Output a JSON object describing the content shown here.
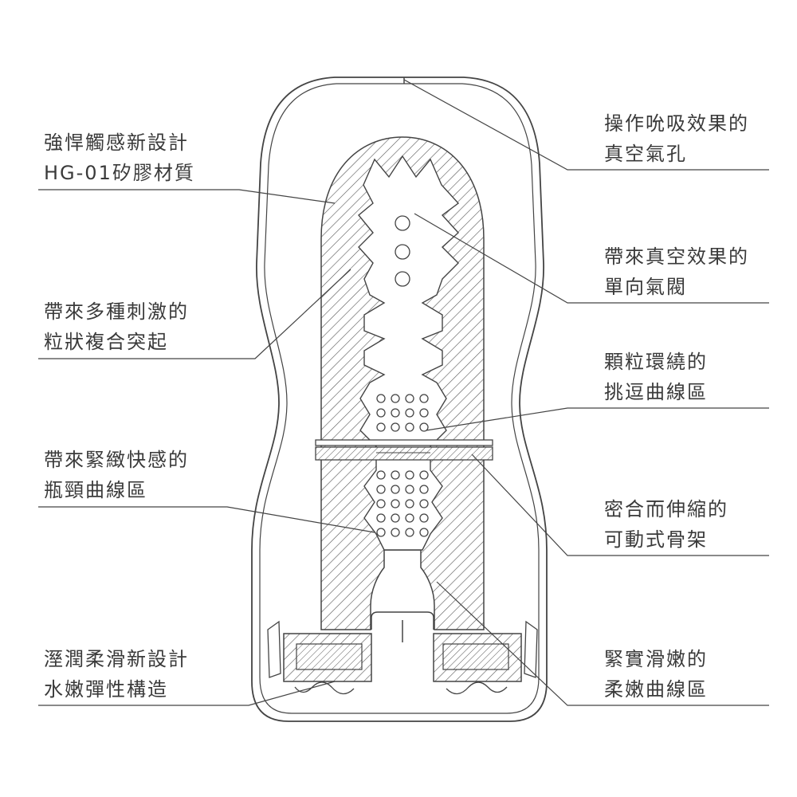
{
  "colors": {
    "line": "#444444",
    "text": "#3a3a3a",
    "background": "#ffffff"
  },
  "left_labels": [
    {
      "line1": "強悍觸感新設計",
      "line2": "HG-01矽膠材質"
    },
    {
      "line1": "帶來多種刺激的",
      "line2": "粒狀複合突起"
    },
    {
      "line1": "帶來緊緻快感的",
      "line2": "瓶頸曲線區"
    },
    {
      "line1": "溼潤柔滑新設計",
      "line2": "水嫩彈性構造"
    }
  ],
  "right_labels": [
    {
      "line1": "操作吮吸效果的",
      "line2": "真空氣孔"
    },
    {
      "line1": "帶來真空效果的",
      "line2": "單向氣閥"
    },
    {
      "line1": "顆粒環繞的",
      "line2": "挑逗曲線區"
    },
    {
      "line1": "密合而伸縮的",
      "line2": "可動式骨架"
    },
    {
      "line1": "緊實滑嫩的",
      "line2": "柔嫩曲線區"
    }
  ]
}
